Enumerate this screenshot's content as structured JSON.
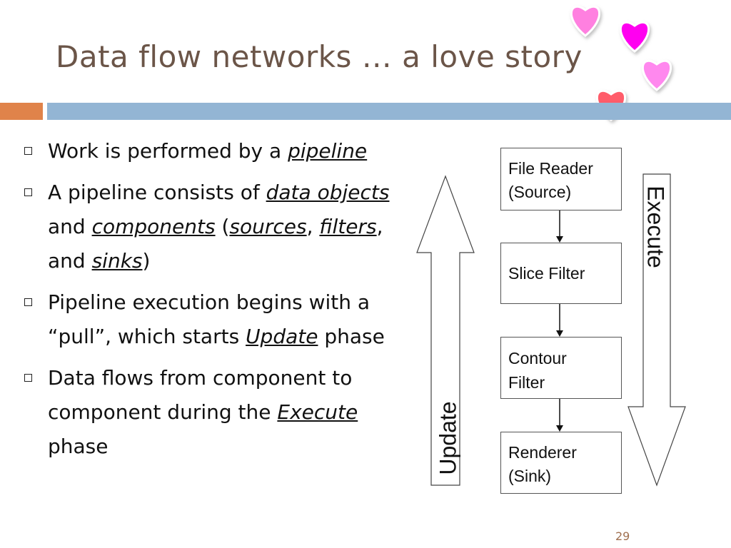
{
  "slide": {
    "title": "Data flow networks … a love story",
    "page_number": "29"
  },
  "bullets": [
    {
      "parts": [
        {
          "text": "Work is performed by a "
        },
        {
          "text": "pipeline",
          "em": true
        }
      ]
    },
    {
      "parts": [
        {
          "text": "A pipeline consists of "
        },
        {
          "text": "data objects",
          "em": true
        },
        {
          "text": " and "
        },
        {
          "text": "components",
          "em": true
        },
        {
          "text": " ("
        },
        {
          "text": "sources",
          "em": true
        },
        {
          "text": ", "
        },
        {
          "text": "filters",
          "em": true
        },
        {
          "text": ", and "
        },
        {
          "text": "sinks",
          "em": true
        },
        {
          "text": ")"
        }
      ]
    },
    {
      "parts": [
        {
          "text": "Pipeline execution begins with a “pull”, which starts "
        },
        {
          "text": "Update",
          "em": true
        },
        {
          "text": " phase"
        }
      ]
    },
    {
      "parts": [
        {
          "text": "Data flows from component to component during the "
        },
        {
          "text": "Execute",
          "em": true
        },
        {
          "text": " phase"
        }
      ]
    }
  ],
  "diagram": {
    "nodes": [
      {
        "line1": "File Reader",
        "line2": "(Source)"
      },
      {
        "line1": "Slice Filter",
        "line2": ""
      },
      {
        "line1": "Contour",
        "line2": "Filter"
      },
      {
        "line1": "Renderer",
        "line2": "(Sink)"
      }
    ],
    "update_label": "Update",
    "execute_label": "Execute"
  },
  "colors": {
    "title": "#6b5548",
    "accent_orange": "#e0834a",
    "accent_blue": "#93b5d4",
    "hearts": [
      "#ff80e0",
      "#ff00f0",
      "#ff88ee",
      "#ff5c6a"
    ]
  },
  "decorations": [
    "heart-icon",
    "heart-icon",
    "heart-icon",
    "heart-icon"
  ]
}
